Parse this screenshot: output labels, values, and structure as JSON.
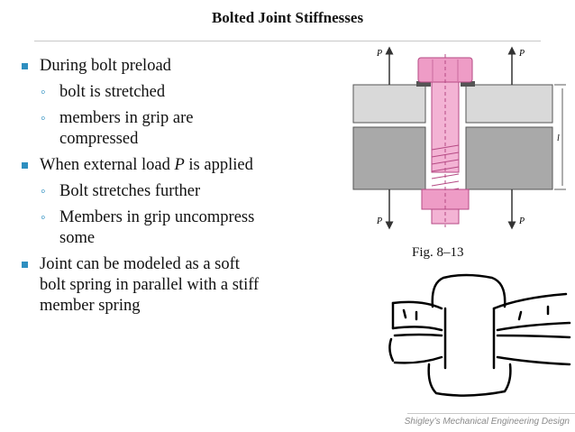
{
  "slide": {
    "title": "Bolted Joint Stiffnesses",
    "bullets": [
      {
        "text": "During bolt preload"
      },
      {
        "text": "bolt is stretched"
      },
      {
        "text": "members in grip are compressed"
      },
      {
        "text": "When external load "
      },
      {
        "text": "Bolt stretches further"
      },
      {
        "text": "Members in grip uncompress some"
      },
      {
        "text": "Joint can be modeled as a soft bolt spring in parallel with a stiff member spring"
      }
    ],
    "bullet4_var": "P",
    "bullet4_tail": " is applied",
    "figure_caption": "Fig. 8–13",
    "figure_labels": {
      "p": "P",
      "l": "l"
    },
    "footer": "Shigley’s Mechanical Engineering Design"
  },
  "colors": {
    "accent": "#2e8fc0",
    "bolt": "#e88ab8",
    "plate": "#b8b8b8"
  }
}
